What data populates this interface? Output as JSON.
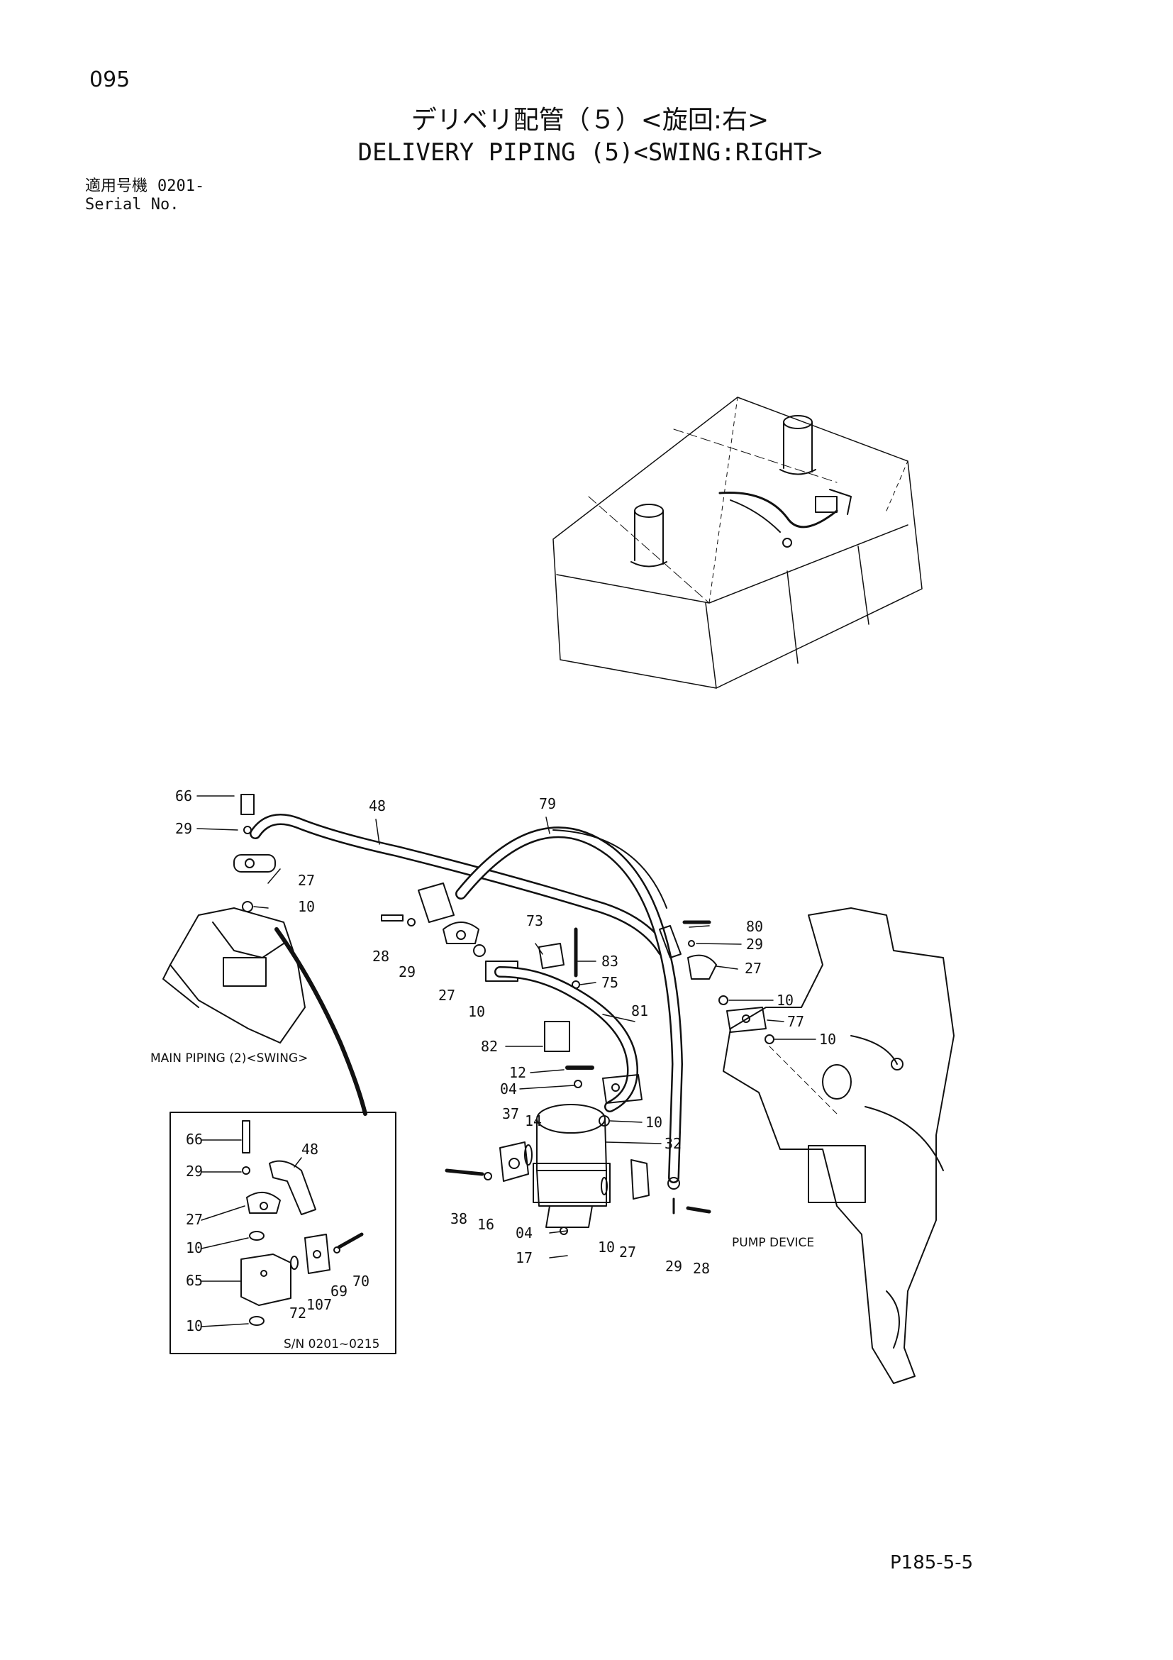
{
  "page_number": "095",
  "title_jp": "デリベリ配管（５）<旋回:右>",
  "title_en": "DELIVERY PIPING (5)<SWING:RIGHT>",
  "serial": {
    "label_jp": "適用号機",
    "value": "0201-",
    "label_en": "Serial No."
  },
  "captions": {
    "main_piping": "MAIN PIPING (2)<SWING>",
    "pump_device": "PUMP DEVICE",
    "inset_sn": "S/N 0201~0215"
  },
  "callouts": {
    "c66a": "66",
    "c29a": "29",
    "c27a": "27",
    "c10a": "10",
    "c48": "48",
    "c79": "79",
    "c28a": "28",
    "c29b": "29",
    "c27b": "27",
    "c10b": "10",
    "c73": "73",
    "c83": "83",
    "c75": "75",
    "c81": "81",
    "c82": "82",
    "c80": "80",
    "c29c": "29",
    "c27c": "27",
    "c10c": "10",
    "c77": "77",
    "c10d": "10",
    "c12": "12",
    "c04a": "04",
    "c10e": "10",
    "c37": "37",
    "c14": "14",
    "c32": "32",
    "c38": "38",
    "c16": "16",
    "c04b": "04",
    "c17": "17",
    "c10f": "10",
    "c27d": "27",
    "c29d": "29",
    "c28b": "28",
    "i66": "66",
    "i29": "29",
    "i48": "48",
    "i27": "27",
    "i10a": "10",
    "i65": "65",
    "i10b": "10",
    "i72": "72",
    "i107": "107",
    "i69": "69",
    "i70": "70"
  },
  "footer_code": "P185-5-5"
}
